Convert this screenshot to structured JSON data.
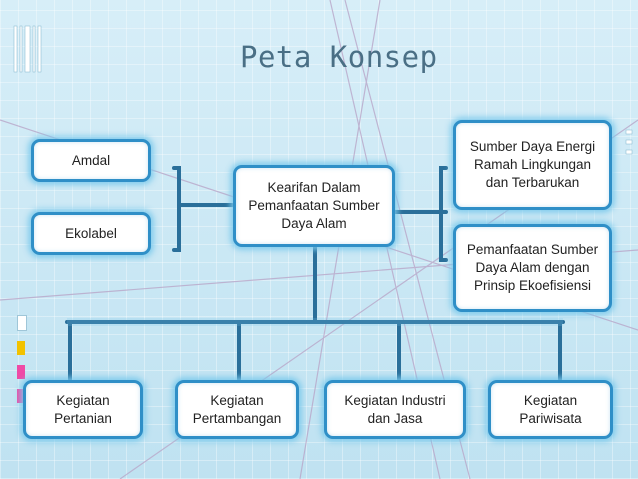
{
  "title": "Peta Konsep",
  "nodes": {
    "center": "Kearifan Dalam Pemanfaatan Sumber Daya Alam",
    "amdal": "Amdal",
    "ekolabel": "Ekolabel",
    "energi": "Sumber Daya Energi Ramah Lingkungan dan Terbarukan",
    "ekoefisiensi": "Pemanfaatan Sumber Daya Alam dengan Prinsip Ekoefisiensi",
    "pertanian": "Kegiatan Pertanian",
    "pertambangan": "Kegiatan Pertambangan",
    "industri": "Kegiatan Industri dan Jasa",
    "pariwisata": "Kegiatan Pariwisata"
  },
  "colors": {
    "box_border": "#2f8fc7",
    "connector": "#2a6f9a",
    "title": "#4a6f85"
  }
}
